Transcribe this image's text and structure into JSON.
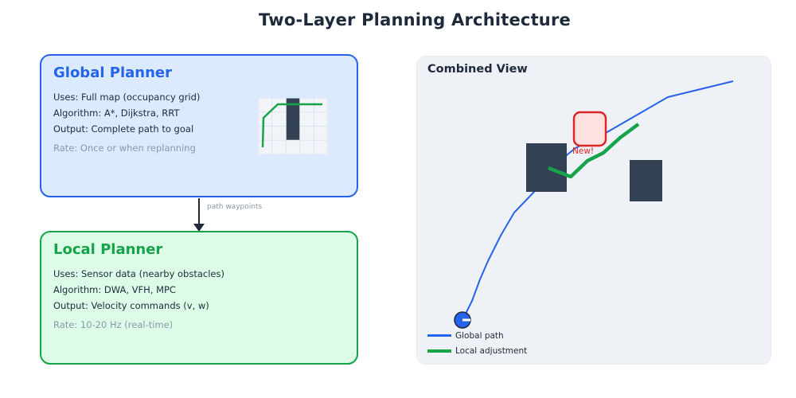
{
  "title": "Two-Layer Planning Architecture",
  "global_planner": {
    "title": "Global Planner",
    "uses": "Uses: Full map (occupancy grid)",
    "algorithm": "Algorithm: A*, Dijkstra, RRT",
    "output": "Output: Complete path to goal",
    "rate": "Rate: Once or when replanning"
  },
  "arrow": {
    "label": "path waypoints"
  },
  "local_planner": {
    "title": "Local Planner",
    "uses": "Uses: Sensor data (nearby obstacles)",
    "algorithm": "Algorithm: DWA, VFH, MPC",
    "output": "Output: Velocity commands (v, w)",
    "rate": "Rate: 10-20 Hz (real-time)"
  },
  "combined_view": {
    "title": "Combined View",
    "new_obstacle_label": "New!",
    "legend": [
      {
        "label": "Global path",
        "color": "#2563eb"
      },
      {
        "label": "Local adjustment",
        "color": "#16a34a"
      }
    ]
  },
  "colors": {
    "title_text": "#1e293b",
    "global_box_fill": "#dbeafe",
    "global_accent": "#2563eb",
    "local_box_fill": "#dcfce7",
    "local_accent": "#16a34a",
    "muted_text": "#8b97a9",
    "panel_fill": "#eef2f7",
    "obstacle": "#334155",
    "new_obstacle_border": "#dc2626",
    "new_obstacle_fill": "#fde1e1",
    "robot_fill": "#2563eb"
  }
}
